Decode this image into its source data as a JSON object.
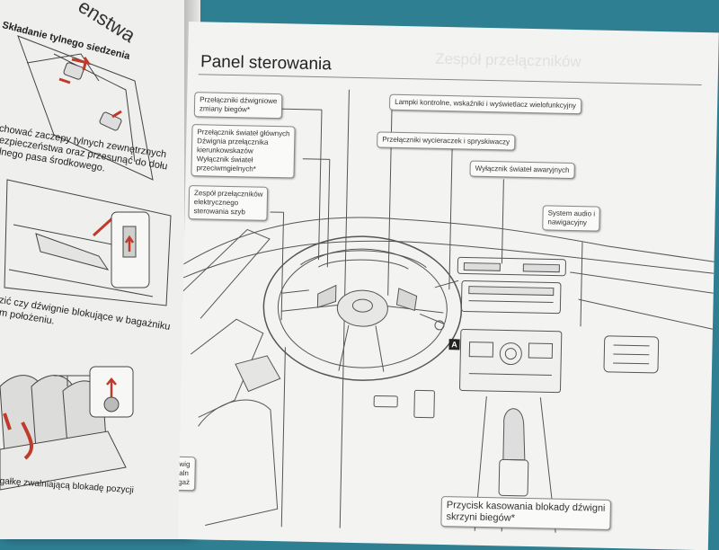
{
  "left_page": {
    "section_tab": "enstwa",
    "heading": "Składanie tylnego siedzenia",
    "para1": [
      "chować zaczepy tylnych zewnętrznych",
      "ezpieczeństwa oraz przesunąć do dołu",
      "lnego pasa środkowego."
    ],
    "para2": [
      "zić czy dźwignie blokujące w bagażniku",
      "m położeniu."
    ],
    "bottom_text": "gałkę zwalniającą blokadę pozycji"
  },
  "right_page": {
    "title": "Panel sterowania",
    "ghost_title": "Zespół przełączników",
    "labels": {
      "gear_shift": [
        "Przełączniki dźwigniowe",
        "zmiany biegów*"
      ],
      "lights": [
        "Przełącznik świateł głównych",
        "Dźwignia przełącznika",
        "kierunkowskazów",
        "Wyłącznik świateł",
        "przeciwmgielnych*"
      ],
      "windows": [
        "Zespół przełączników",
        "elektrycznego",
        "sterowania szyb"
      ],
      "indicators": "Lampki kontrolne, wskaźniki i wyświetlacz wielofunkcyjny",
      "wipers": "Przełączniki wycieraczek i spryskiwaczy",
      "hazard": "Wyłącznik świateł awaryjnych",
      "audio": [
        "System audio i",
        "nawigacyjny"
      ],
      "mirrors_partial": [
        "Dźwig",
        "zwaln",
        "bagaż"
      ],
      "shift_lock": [
        "Przycisk kasowania blokady dźwigni",
        "skrzyni biegów*"
      ]
    },
    "marker_a": "A"
  }
}
